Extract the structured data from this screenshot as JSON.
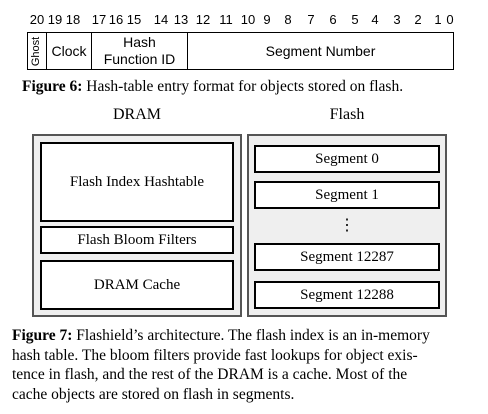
{
  "figure6": {
    "bit_numbers": [
      "20",
      "19",
      "18",
      "17",
      "16",
      "15",
      "14",
      "13",
      "12",
      "11",
      "10",
      "9",
      "8",
      "7",
      "6",
      "5",
      "4",
      "3",
      "2",
      "1",
      "0"
    ],
    "fields": {
      "ghost": "Ghost",
      "clock": "Clock",
      "hash_line1": "Hash",
      "hash_line2": "Function ID",
      "segment": "Segment Number"
    },
    "caption_label": "Figure 6:",
    "caption_text": " Hash-table entry format for objects stored on flash."
  },
  "figure7": {
    "dram_label": "DRAM",
    "flash_label": "Flash",
    "dram_boxes": [
      "Flash Index Hashtable",
      "Flash Bloom Filters",
      "DRAM Cache"
    ],
    "flash_boxes": [
      "Segment 0",
      "Segment 1",
      "Segment 12287",
      "Segment 12288"
    ],
    "ellipsis": "⋮",
    "caption_label": "Figure 7:",
    "caption_lines": [
      " Flashield’s architecture. The flash index is an in-memory",
      "hash table. The bloom filters provide fast lookups for object exis-",
      "tence in flash, and the rest of the DRAM is a cache. Most of the",
      "cache objects are stored on flash in segments."
    ]
  }
}
